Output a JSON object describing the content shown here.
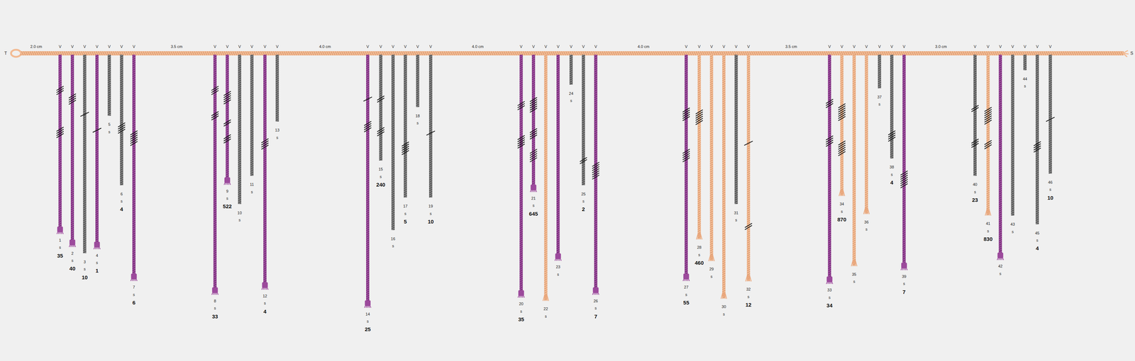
{
  "diagram": {
    "labels": [
      "T",
      "S",
      "2.0 cm",
      "3.5 cm",
      "4.0 cm",
      "4.0 cm",
      "4.0 cm",
      "3.5 cm",
      "3.0 cm",
      "V",
      "1",
      "s",
      "35",
      "V",
      "2",
      "s",
      "40",
      "V",
      "3",
      "s",
      "10",
      "V",
      "4",
      "s",
      "1",
      "V",
      "5",
      "s",
      "V",
      "6",
      "s",
      "4",
      "V",
      "7",
      "s",
      "6",
      "V",
      "8",
      "s",
      "33",
      "V",
      "9",
      "s",
      "522",
      "V",
      "10",
      "s",
      "V",
      "11",
      "s",
      "V",
      "12",
      "s",
      "4",
      "V",
      "13",
      "s",
      "V",
      "14",
      "s",
      "25",
      "V",
      "15",
      "s",
      "240",
      "V",
      "16",
      "s",
      "V",
      "17",
      "s",
      "5",
      "V",
      "18",
      "s",
      "V",
      "19",
      "s",
      "10",
      "V",
      "20",
      "s",
      "35",
      "V",
      "21",
      "s",
      "645",
      "V",
      "22",
      "s",
      "V",
      "23",
      "s",
      "V",
      "24",
      "s",
      "V",
      "25",
      "s",
      "2",
      "V",
      "26",
      "s",
      "7",
      "V",
      "27",
      "s",
      "55",
      "V",
      "28",
      "s",
      "460",
      "V",
      "29",
      "s",
      "V",
      "30",
      "s",
      "V",
      "31",
      "s",
      "V",
      "32",
      "s",
      "12",
      "V",
      "33",
      "s",
      "34",
      "V",
      "34",
      "s",
      "870",
      "V",
      "35",
      "s",
      "V",
      "36",
      "s",
      "V",
      "37",
      "s",
      "V",
      "38",
      "s",
      "4",
      "V",
      "39",
      "s",
      "7",
      "V",
      "40",
      "s",
      "23",
      "V",
      "41",
      "s",
      "830",
      "V",
      "42",
      "s",
      "V",
      "43",
      "s",
      "V",
      "44",
      "s",
      "V",
      "45",
      "s",
      "4",
      "V",
      "46",
      "s",
      "10"
    ]
  }
}
